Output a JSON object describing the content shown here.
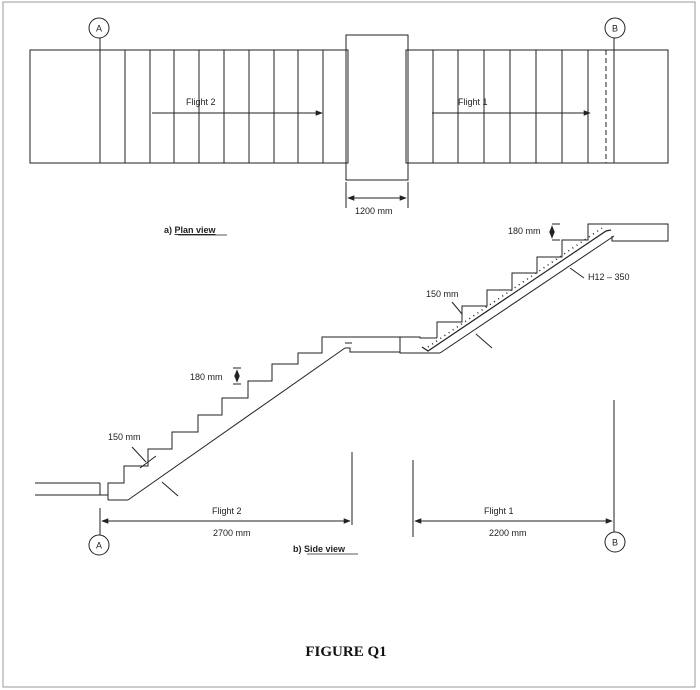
{
  "markers": {
    "a": "A",
    "b": "B"
  },
  "plan": {
    "flight2_label": "Flight 2",
    "flight1_label": "Flight 1",
    "landing_dim": "1200 mm",
    "caption_prefix": "a) ",
    "caption_title": "Plan view"
  },
  "side": {
    "riser_dim_upper": "180 mm",
    "tread_dim_upper": "150 mm",
    "rebar_label": "H12 – 350",
    "riser_dim_lower": "180 mm",
    "tread_dim_lower": "150 mm",
    "flight2_label": "Flight 2",
    "flight2_dim": "2700 mm",
    "flight1_label": "Flight 1",
    "flight1_dim": "2200 mm",
    "caption_prefix": "b) ",
    "caption_title": "Side view"
  },
  "figure_title": "FIGURE Q1"
}
